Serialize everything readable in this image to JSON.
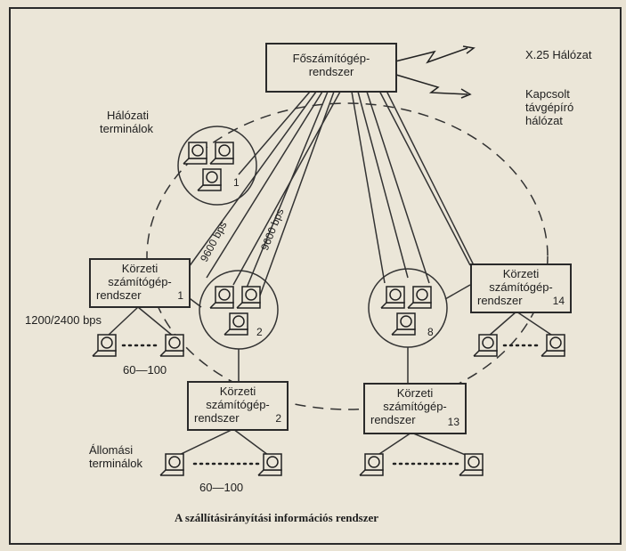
{
  "main_system": {
    "line1": "Főszámítógép-",
    "line2": "rendszer"
  },
  "links": {
    "x25": "X.25 Hálózat",
    "telex1": "Kapcsolt",
    "telex2": "távgépíró",
    "telex3": "hálózat"
  },
  "network_terminals": {
    "line1": "Hálózati",
    "line2": "terminálok"
  },
  "speed_a": "9600 bps",
  "speed_b": "9600 bps",
  "speed_local": "1200/2400 bps",
  "regional": {
    "r1": {
      "line1": "Körzeti",
      "line2": "számítógép-",
      "line3": "rendszer",
      "num": "1"
    },
    "r2": {
      "line1": "Körzeti",
      "line2": "számítógép-",
      "line3": "rendszer",
      "num": "2"
    },
    "r13": {
      "line1": "Körzeti",
      "line2": "számítógép-",
      "line3": "rendszer",
      "num": "13"
    },
    "r14": {
      "line1": "Körzeti",
      "line2": "számítógép-",
      "line3": "rendszer",
      "num": "14"
    }
  },
  "clusters": {
    "c1": "1",
    "c2": "2",
    "c8": "8"
  },
  "range_1": "60—100",
  "range_2": "60—100",
  "station_terminals": {
    "line1": "Állomási",
    "line2": "terminálok"
  },
  "caption": "A szállításirányítási információs rendszer"
}
